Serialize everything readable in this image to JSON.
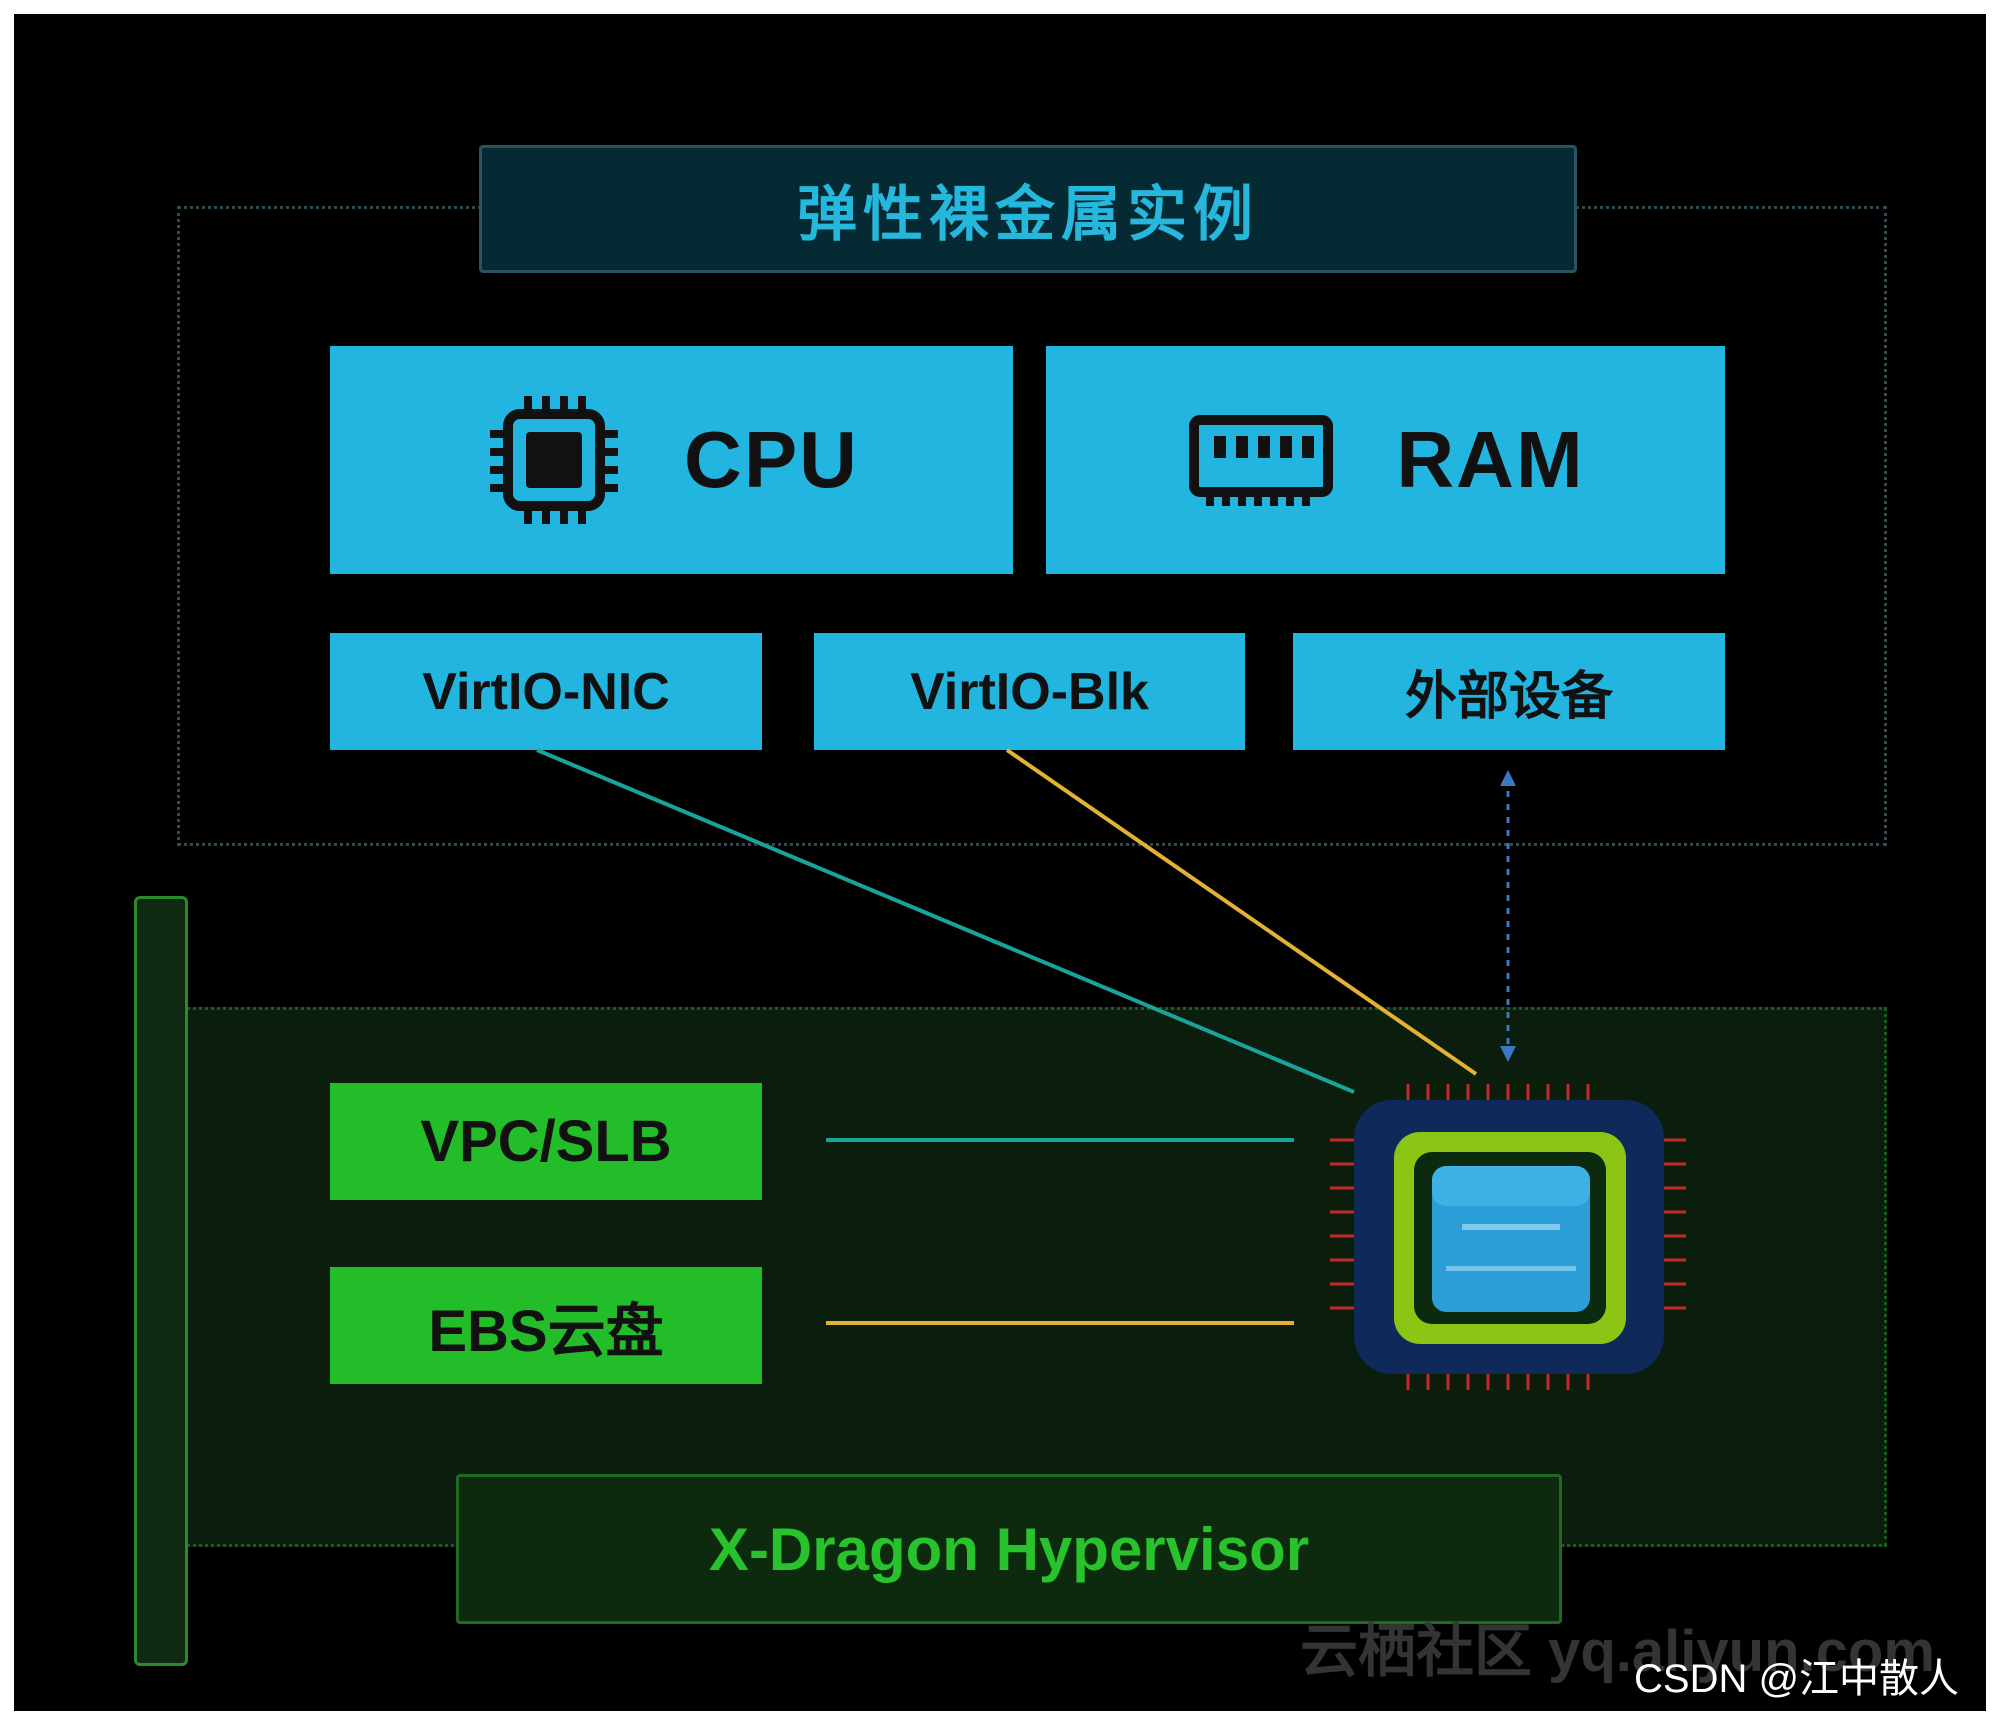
{
  "title": "弹性裸金属实例",
  "instance": {
    "cpu_label": "CPU",
    "ram_label": "RAM",
    "cpu_icon": "cpu-chip-icon",
    "ram_icon": "ram-module-icon",
    "nic_label": "VirtIO-NIC",
    "blk_label": "VirtIO-Blk",
    "ext_label": "外部设备"
  },
  "hypervisor": {
    "vpc_label": "VPC/SLB",
    "ebs_label": "EBS云盘",
    "name": "X-Dragon Hypervisor",
    "chip_icon": "mocc-chip-icon"
  },
  "watermark": "云栖社区 yq.aliyun.com",
  "credit": "CSDN @江中散人",
  "colors": {
    "background": "#000000",
    "accent_blue": "#22b5df",
    "accent_green": "#23bd2a",
    "nic_line": "#1aa39a",
    "blk_line": "#e3b234",
    "ext_line": "#3a78c2"
  }
}
